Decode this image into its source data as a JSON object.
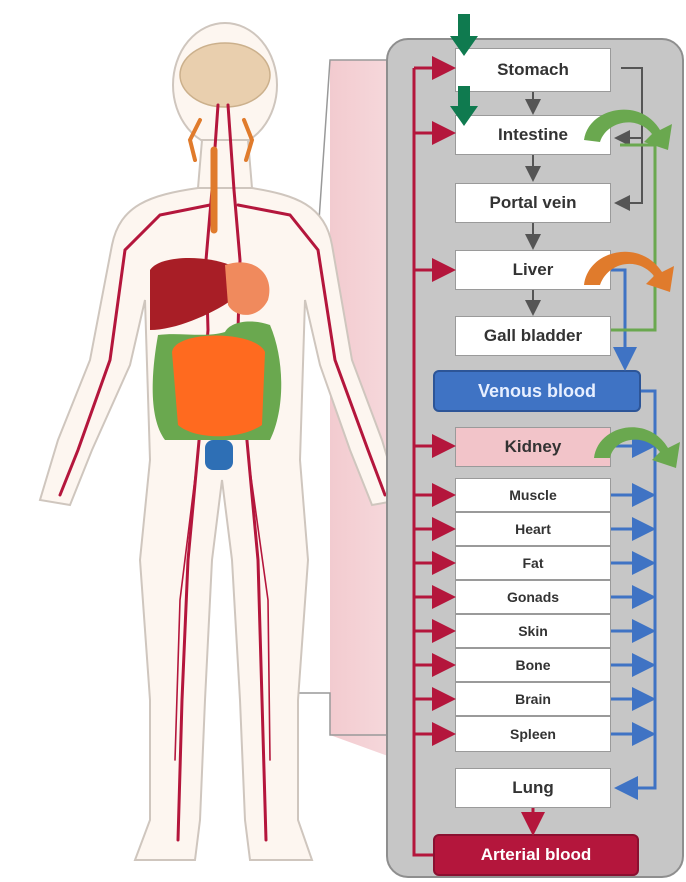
{
  "colors": {
    "arterial": "#b4163c",
    "venous": "#3f73c4",
    "panel": "#c6c6c6",
    "bile": "#6aa84f",
    "enzyme": "#e07b2c",
    "intake": "#0f7a4f"
  },
  "organs": {
    "stomach": "Stomach",
    "intestine": "Intestine",
    "portal_vein": "Portal vein",
    "liver": "Liver",
    "gall_bladder": "Gall bladder",
    "kidney": "Kidney",
    "muscle": "Muscle",
    "heart": "Heart",
    "fat": "Fat",
    "gonads": "Gonads",
    "skin": "Skin",
    "bone": "Bone",
    "brain": "Brain",
    "spleen": "Spleen",
    "lung": "Lung"
  },
  "blood": {
    "venous": "Venous blood",
    "arterial": "Arterial blood"
  },
  "icons": {
    "intake": "down-arrow-icon",
    "bile_recycle": "curved-arrow-icon",
    "elimination": "curved-arrow-icon"
  }
}
